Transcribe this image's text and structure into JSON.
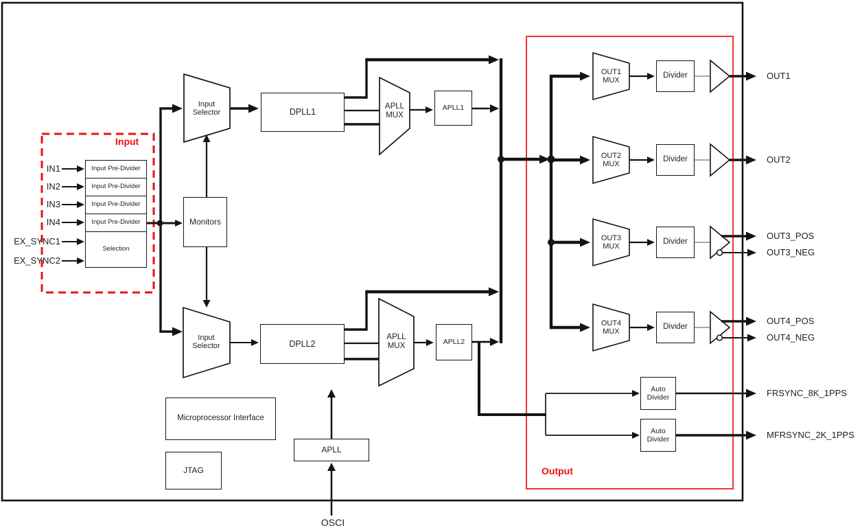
{
  "colors": {
    "accent_red": "#ee1111",
    "line_black": "#141414",
    "gray_line": "#8a8a8a"
  },
  "input_section": {
    "title": "Input",
    "signals": [
      {
        "label": "IN1"
      },
      {
        "label": "IN2"
      },
      {
        "label": "IN3"
      },
      {
        "label": "IN4"
      },
      {
        "label": "EX_SYNC1"
      },
      {
        "label": "EX_SYNC2"
      }
    ],
    "pre_divider": "Input Pre-Divider",
    "selection": "Selection"
  },
  "core": {
    "input_selector": "Input Selector",
    "monitors": "Monitors",
    "dpll1": "DPLL1",
    "dpll2": "DPLL2",
    "apll_mux": "APLL MUX",
    "apll1": "APLL1",
    "apll2": "APLL2",
    "microprocessor_interface": "Microprocessor Interface",
    "jtag": "JTAG",
    "apll": "APLL",
    "osci": "OSCI"
  },
  "output_section": {
    "title": "Output",
    "muxes": [
      {
        "label": "OUT1 MUX"
      },
      {
        "label": "OUT2 MUX"
      },
      {
        "label": "OUT3 MUX"
      },
      {
        "label": "OUT4 MUX"
      }
    ],
    "divider": "Divider",
    "auto_divider": "Auto Divider"
  },
  "outputs": {
    "out1": "OUT1",
    "out2": "OUT2",
    "out3_pos": "OUT3_POS",
    "out3_neg": "OUT3_NEG",
    "out4_pos": "OUT4_POS",
    "out4_neg": "OUT4_NEG",
    "frsync": "FRSYNC_8K_1PPS",
    "mfrsync": "MFRSYNC_2K_1PPS"
  }
}
